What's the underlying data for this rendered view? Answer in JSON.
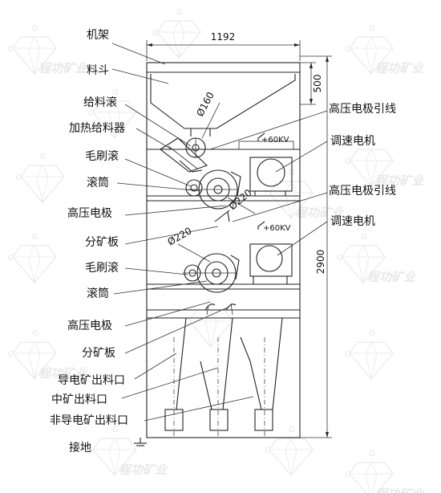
{
  "watermark": {
    "text": "程功矿业",
    "letters": [
      "C",
      "G"
    ],
    "color": "#d6d6d6"
  },
  "dimensions": {
    "width": "1192",
    "hopper_height": "500",
    "total_height": "2900",
    "feed_roller_dia": "Ø160",
    "roller_dia_1": "Ø220",
    "roller_dia_2": "Ø220"
  },
  "annotations": {
    "voltage_1": "+60KV",
    "voltage_2": "+60KV"
  },
  "labels": {
    "frame": "机架",
    "hopper": "料斗",
    "feed_roller": "给料滚",
    "heating_feeder": "加热给料器",
    "brush_roller_1": "毛刷滚",
    "drum_1": "滚筒",
    "hv_electrode_1": "高压电极",
    "splitter_1": "分矿板",
    "brush_roller_2": "毛刷滚",
    "drum_2": "滚筒",
    "hv_electrode_2": "高压电极",
    "splitter_2": "分矿板",
    "conductor_outlet": "导电矿出料口",
    "middling_outlet": "中矿出料口",
    "nonconductor_outlet": "非导电矿出料口",
    "ground": "接地",
    "hv_lead_1": "高压电极引线",
    "motor_1": "调速电机",
    "hv_lead_2": "高压电极引线",
    "motor_2": "调速电机"
  }
}
